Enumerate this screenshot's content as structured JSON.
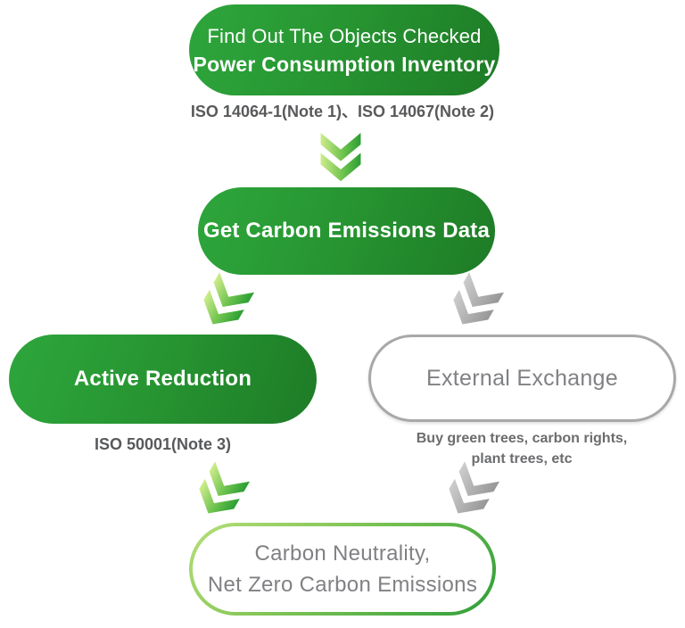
{
  "background": "#ffffff",
  "colors": {
    "pill_green_start": "#2EA63C",
    "pill_green_end": "#1E7B26",
    "pill_text_white": "#FFFFFF",
    "chevron_green_start": "#CEEC8C",
    "chevron_green_end": "#2B9E33",
    "chevron_gray_start": "#CCCCCC",
    "chevron_gray_end": "#979797",
    "external_border_gray": "#A7A8AA",
    "final_border_green_start": "#B5DF79",
    "final_border_green_end": "#2E9E38",
    "iso_note_text": "#58595B",
    "muted_text": "#808184",
    "buy_note_text": "#6B6C6E"
  },
  "icons": {
    "step1_to_step2": "double-chevron-down-green",
    "step2_to_active_reduction": "double-chevron-tilted-green",
    "step2_to_external_exchange": "double-chevron-tilted-gray",
    "active_reduction_to_final": "double-chevron-tilted-green",
    "external_exchange_to_final": "double-chevron-tilted-gray"
  },
  "flow": {
    "step1": {
      "line1": "Find Out The Objects Checked",
      "line2": "Power Consumption Inventory",
      "note": "ISO 14064-1(Note 1)、ISO 14067(Note 2)"
    },
    "step2": {
      "label": "Get Carbon Emissions Data"
    },
    "branch_left": {
      "label": "Active Reduction",
      "note": "ISO 50001(Note 3)"
    },
    "branch_right": {
      "label": "External Exchange",
      "note_line1": "Buy green trees, carbon rights,",
      "note_line2": "plant trees, etc"
    },
    "final": {
      "line1": "Carbon Neutrality,",
      "line2": "Net Zero Carbon Emissions"
    }
  }
}
